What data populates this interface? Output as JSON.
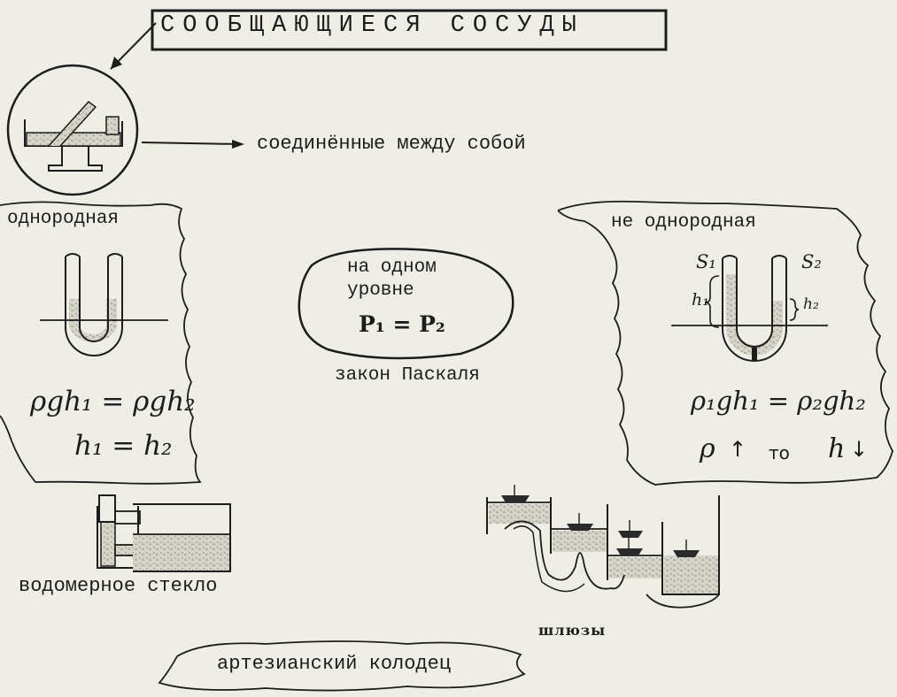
{
  "title": "СООБЩАЮЩИЕСЯ СОСУДЫ",
  "labels": {
    "connected": "соединённые между собой",
    "homogeneous": "однородная",
    "nonhomogeneous": "не однородная",
    "oval_line1": "на одном",
    "oval_line2": "уровне",
    "oval_equation": "P₁ = P₂",
    "pascal": "закон Паскаля",
    "water_gauge": "водомерное стекло",
    "locks": "шлюзы",
    "artesian": "артезианский колодец"
  },
  "formulas": {
    "homogeneous_1": "ρgh₁ = ρgh₂",
    "homogeneous_2": "h₁ = h₂",
    "nonhomogeneous": "ρ₁gh₁ = ρ₂gh₂",
    "relation_rho": "ρ",
    "relation_to": "то",
    "relation_h": "h",
    "arrow_up": "↑",
    "arrow_down": "↓",
    "s1": "S₁",
    "s2": "S₂",
    "h1": "h₁",
    "h2": "h₂"
  },
  "colors": {
    "paper": "#efeee6",
    "ink": "#1c1c1c",
    "liquid": "#d9d7cc"
  }
}
